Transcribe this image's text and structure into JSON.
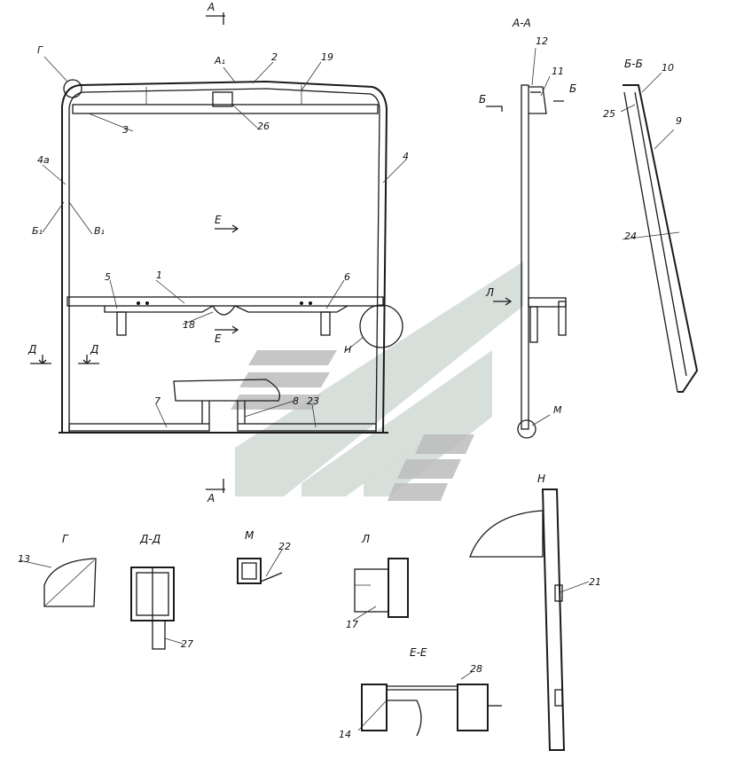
{
  "labels": {
    "A_top": "А",
    "A_bottom": "А",
    "G_mark": "Г",
    "A1": "А₁",
    "n2": "2",
    "n19": "19",
    "n3": "3",
    "n26": "26",
    "n4a": "4а",
    "n4": "4",
    "B1": "Б₁",
    "V1": "В₁",
    "E_top": "Е",
    "E_bottom": "Е",
    "n5": "5",
    "n1": "1",
    "n6": "6",
    "n18": "18",
    "D_left": "Д",
    "D_right": "Д",
    "H_mark": "Н",
    "n7": "7",
    "n8": "8",
    "n23": "23",
    "AA_title": "А-А",
    "n12": "12",
    "n11": "11",
    "B_left": "Б",
    "B_right": "Б",
    "L_arrow": "Л",
    "M_mark": "М",
    "BB_title": "Б-Б",
    "n10": "10",
    "n25": "25",
    "n9": "9",
    "n24": "24",
    "G_title": "Г",
    "n13": "13",
    "DD_title": "Д-Д",
    "n27": "27",
    "M_title": "М",
    "n22": "22",
    "L_title": "Л",
    "n17": "17",
    "H_title": "Н",
    "n21": "21",
    "EE_title": "Е-Е",
    "n28": "28",
    "n14": "14"
  },
  "colors": {
    "line": "#1a1a1a",
    "watermark_grey": "#bcbcbc",
    "watermark_green": "#c9d4cf"
  }
}
